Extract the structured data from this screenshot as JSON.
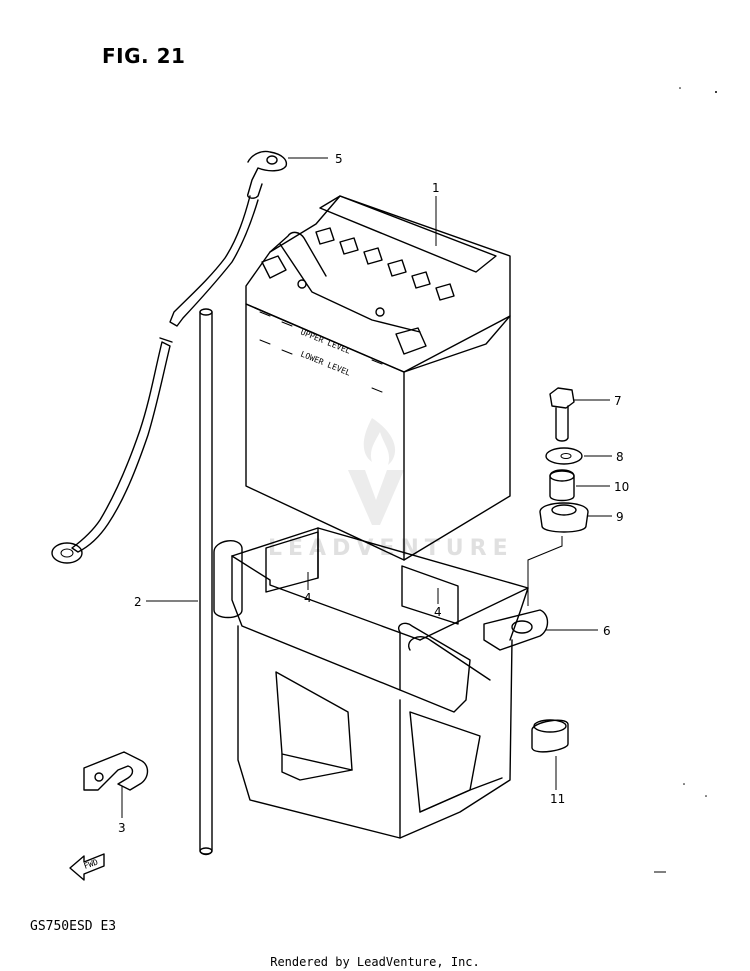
{
  "figure": {
    "title": "FIG. 21",
    "model_code": "GS750ESD  E3",
    "credit": "Rendered by LeadVenture, Inc.",
    "watermark": "LEADVENTURE"
  },
  "battery_labels": {
    "upper": "UPPER LEVEL",
    "lower": "LOWER LEVEL"
  },
  "fwd_arrow": "FWD",
  "callouts": [
    {
      "id": "callout-1",
      "label": "1"
    },
    {
      "id": "callout-2",
      "label": "2"
    },
    {
      "id": "callout-3",
      "label": "3"
    },
    {
      "id": "callout-4a",
      "label": "4"
    },
    {
      "id": "callout-4b",
      "label": "4"
    },
    {
      "id": "callout-5",
      "label": "5"
    },
    {
      "id": "callout-6",
      "label": "6"
    },
    {
      "id": "callout-7",
      "label": "7"
    },
    {
      "id": "callout-8",
      "label": "8"
    },
    {
      "id": "callout-9",
      "label": "9"
    },
    {
      "id": "callout-10",
      "label": "10"
    },
    {
      "id": "callout-11",
      "label": "11"
    }
  ]
}
